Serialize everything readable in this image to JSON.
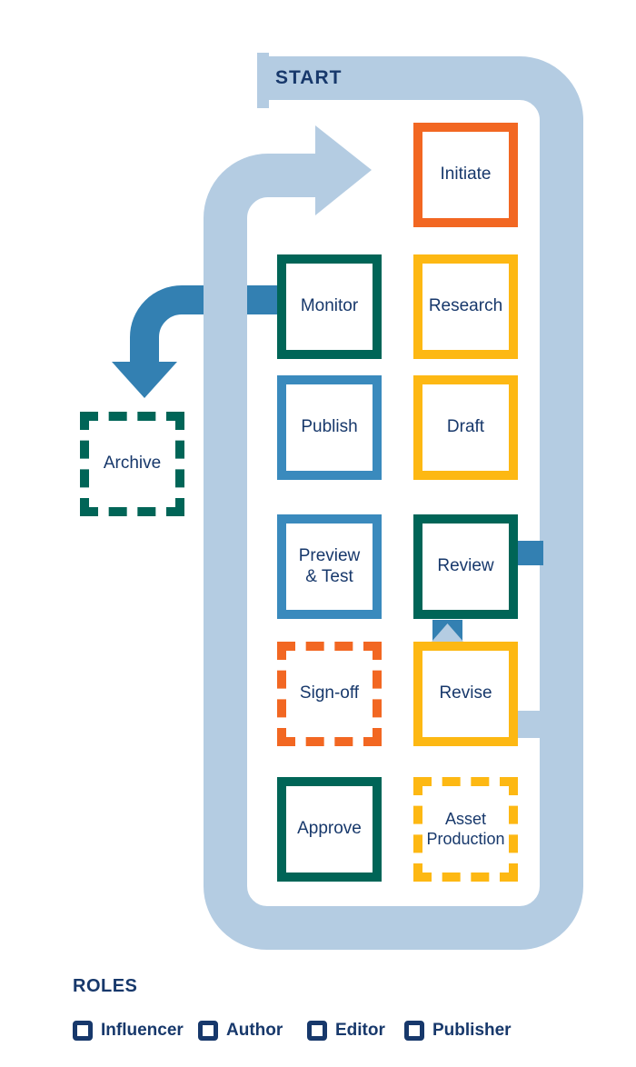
{
  "diagram": {
    "start_label": "START",
    "stages": [
      {
        "label": "Initiate",
        "role": "Influencer",
        "style": "solid"
      },
      {
        "label": "Monitor",
        "role": "Editor",
        "style": "solid"
      },
      {
        "label": "Research",
        "role": "Author",
        "style": "solid"
      },
      {
        "label": "Publish",
        "role": "Publisher",
        "style": "solid"
      },
      {
        "label": "Draft",
        "role": "Author",
        "style": "solid"
      },
      {
        "label": "Preview & Test",
        "role": "Publisher",
        "style": "solid"
      },
      {
        "label": "Review",
        "role": "Editor",
        "style": "solid"
      },
      {
        "label": "Sign-off",
        "role": "Influencer",
        "style": "dashed"
      },
      {
        "label": "Revise",
        "role": "Author",
        "style": "solid"
      },
      {
        "label": "Approve",
        "role": "Editor",
        "style": "solid"
      },
      {
        "label": "Asset Production",
        "role": "Author",
        "style": "dashed"
      },
      {
        "label": "Archive",
        "role": "Editor",
        "style": "dashed"
      }
    ],
    "colors": {
      "influencer": "#F26722",
      "author": "#FDB813",
      "editor": "#006557",
      "publisher": "#3A8ABD",
      "flow_loop": "#B4CCE2",
      "flow_arrow": "#3380B2",
      "text": "#17386B"
    },
    "legend": {
      "heading": "ROLES",
      "items": [
        {
          "label": "Influencer",
          "role": "influencer"
        },
        {
          "label": "Author",
          "role": "author"
        },
        {
          "label": "Editor",
          "role": "editor"
        },
        {
          "label": "Publisher",
          "role": "publisher"
        }
      ]
    }
  }
}
